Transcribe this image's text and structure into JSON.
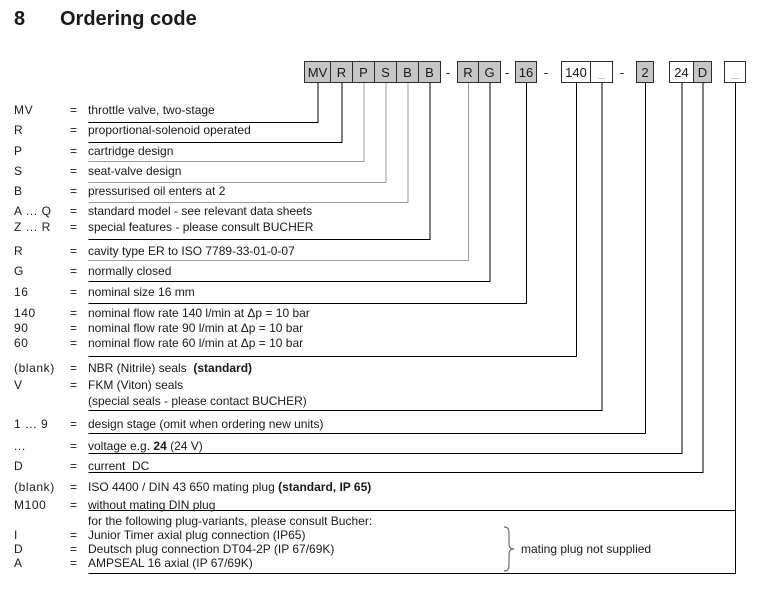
{
  "title": {
    "number": "8",
    "label": "Ordering code"
  },
  "colors": {
    "box_fill_gray": "#c6c6c6",
    "box_fill_white": "#ffffff",
    "line_black": "#000000",
    "line_gray": "#9c9c9c",
    "placeholder_gray": "#8f8f8f"
  },
  "code_boxes": [
    {
      "text": "MV",
      "variant": "gray"
    },
    {
      "text": "R",
      "variant": "gray"
    },
    {
      "text": "P",
      "variant": "gray"
    },
    {
      "text": "S",
      "variant": "gray"
    },
    {
      "text": "B",
      "variant": "gray"
    },
    {
      "text": "B",
      "variant": "gray"
    },
    {
      "text": "-",
      "variant": "dash"
    },
    {
      "text": "R",
      "variant": "gray"
    },
    {
      "text": "G",
      "variant": "gray"
    },
    {
      "text": "-",
      "variant": "dash"
    },
    {
      "text": "16",
      "variant": "gray"
    },
    {
      "text": "-",
      "variant": "dash"
    },
    {
      "text": "140",
      "variant": "white"
    },
    {
      "text": "_",
      "variant": "white-placeholder"
    },
    {
      "text": "-",
      "variant": "dash"
    },
    {
      "text": "2",
      "variant": "gray"
    },
    {
      "text": "24",
      "variant": "white"
    },
    {
      "text": "D",
      "variant": "gray"
    },
    {
      "text": "_",
      "variant": "white-placeholder"
    }
  ],
  "legend_rows": [
    {
      "code": "MV",
      "eq": "=",
      "desc": [
        {
          "text": "throttle valve, two-stage"
        }
      ]
    },
    {
      "code": "R",
      "eq": "=",
      "desc": [
        {
          "text": "proportional-solenoid operated"
        }
      ]
    },
    {
      "code": "P",
      "eq": "=",
      "desc": [
        {
          "text": "cartridge design"
        }
      ]
    },
    {
      "code": "S",
      "eq": "=",
      "desc": [
        {
          "text": "seat-valve design"
        }
      ]
    },
    {
      "code": "B",
      "eq": "=",
      "desc": [
        {
          "text": "pressurised oil enters at 2"
        }
      ]
    },
    {
      "code": "A ... Q",
      "eq": "=",
      "desc": [
        {
          "text": "standard model - see relevant data sheets"
        }
      ]
    },
    {
      "code": "Z ... R",
      "eq": "=",
      "desc": [
        {
          "text": "special features - please consult BUCHER"
        }
      ]
    },
    {
      "code": "R",
      "eq": "=",
      "desc": [
        {
          "text": "cavity type ER to ISO 7789-33-01-0-07"
        }
      ]
    },
    {
      "code": "G",
      "eq": "=",
      "desc": [
        {
          "text": "normally closed"
        }
      ]
    },
    {
      "code": "16",
      "eq": "=",
      "desc": [
        {
          "text": "nominal size 16 mm"
        }
      ]
    },
    {
      "code": "140",
      "eq": "=",
      "desc": [
        {
          "text": "nominal flow rate 140 l/min at Δp = 10 bar"
        }
      ]
    },
    {
      "code": "90",
      "eq": "=",
      "desc": [
        {
          "text": "nominal flow rate 90 l/min at Δp = 10 bar"
        }
      ]
    },
    {
      "code": "60",
      "eq": "=",
      "desc": [
        {
          "text": "nominal flow rate 60 l/min at Δp = 10 bar"
        }
      ]
    },
    {
      "code": "(blank)",
      "eq": "=",
      "desc": [
        {
          "text": "NBR (Nitrile) seals  "
        },
        {
          "text": "(standard)",
          "bold": true
        }
      ]
    },
    {
      "code": "V",
      "eq": "=",
      "desc": [
        {
          "text": "FKM (Viton) seals"
        }
      ]
    },
    {
      "code": "",
      "eq": "",
      "desc": [
        {
          "text": "(special seals - please contact BUCHER)"
        }
      ]
    },
    {
      "code": "1 ... 9",
      "eq": "=",
      "desc": [
        {
          "text": "design stage (omit when ordering new units)"
        }
      ]
    },
    {
      "code": "...",
      "eq": "=",
      "desc": [
        {
          "text": "voltage e.g. "
        },
        {
          "text": "24",
          "bold": true
        },
        {
          "text": " (24 V)"
        }
      ]
    },
    {
      "code": "D",
      "eq": "=",
      "desc": [
        {
          "text": "current  DC"
        }
      ]
    },
    {
      "code": "(blank)",
      "eq": "=",
      "desc": [
        {
          "text": "ISO 4400 / DIN 43 650 mating plug "
        },
        {
          "text": "(standard, IP 65)",
          "bold": true
        }
      ]
    },
    {
      "code": "M100",
      "eq": "=",
      "desc": [
        {
          "text": "without mating DIN plug"
        }
      ]
    },
    {
      "code": "",
      "eq": "",
      "desc": [
        {
          "text": "for the following plug-variants, please consult Bucher:"
        }
      ]
    },
    {
      "code": "I",
      "eq": "=",
      "desc": [
        {
          "text": "Junior Timer axial plug connection (IP65)"
        }
      ]
    },
    {
      "code": "D",
      "eq": "=",
      "desc": [
        {
          "text": "Deutsch plug connection DT04-2P (IP 67/69K)"
        }
      ]
    },
    {
      "code": "A",
      "eq": "=",
      "desc": [
        {
          "text": "AMPSEAL 16 axial (IP 67/69K)"
        }
      ]
    }
  ],
  "brace_note": "mating plug not supplied"
}
